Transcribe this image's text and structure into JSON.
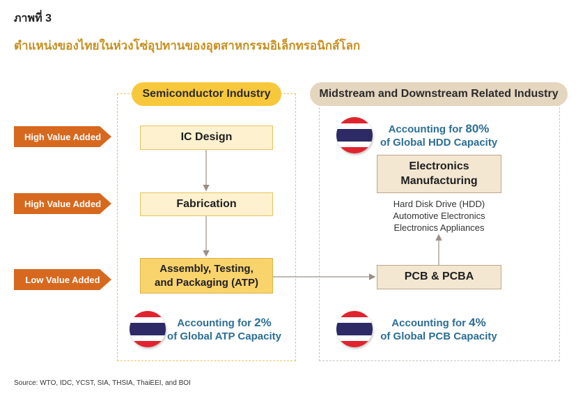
{
  "figure": {
    "label": "ภาพที่ 3",
    "title": "ตำแหน่งของไทยในห่วงโซ่อุปทานของอุตสาหกรรมอิเล็กทรอนิกส์โลก"
  },
  "left_panel": {
    "header": "Semiconductor Industry",
    "stages": [
      {
        "label": "IC Design",
        "value_tag": "High Value Added"
      },
      {
        "label": "Fabrication",
        "value_tag": "High Value Added"
      },
      {
        "label_line1": "Assembly, Testing,",
        "label_line2": "and Packaging (ATP)",
        "value_tag": "Low Value Added"
      }
    ],
    "stat_line1_prefix": "Accounting for ",
    "stat_value": "2%",
    "stat_line2": "of Global ATP Capacity"
  },
  "right_panel": {
    "header": "Midstream and Downstream Related Industry",
    "top_stat_line1_prefix": "Accounting for ",
    "top_stat_value": "80%",
    "top_stat_line2": "of Global HDD Capacity",
    "em_line1": "Electronics",
    "em_line2": "Manufacturing",
    "products": [
      "Hard Disk Drive (HDD)",
      "Automotive Electronics",
      "Electronics Appliances"
    ],
    "pcb": "PCB & PCBA",
    "bottom_stat_line1_prefix": "Accounting for ",
    "bottom_stat_value": "4%",
    "bottom_stat_line2": "of Global PCB Capacity"
  },
  "source": "Source: WTO, IDC, YCST, SIA, THSIA, ThaiEEI, and BOI",
  "colors": {
    "accent_yellow": "#f8c83c",
    "accent_orange": "#d7691f",
    "stat_blue": "#2c6e94",
    "title_gold": "#c8901f",
    "flag_red": "#e0242f",
    "flag_blue": "#2d2a66"
  },
  "icons": [
    "thailand-flag-icon"
  ]
}
